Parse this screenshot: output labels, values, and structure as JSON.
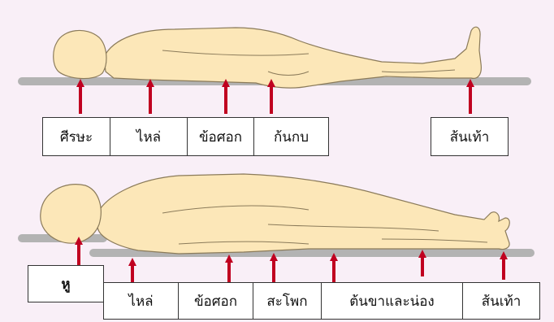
{
  "colors": {
    "background": "#f9eff7",
    "body_fill": "#fce7b8",
    "body_stroke": "#8b7b5a",
    "surface": "#b3b3b3",
    "arrow": "#c00020",
    "label_border": "#333333"
  },
  "top_figure": {
    "labels": [
      "ศีรษะ",
      "ไหล่",
      "ข้อศอก",
      "ก้นกบ",
      "ส้นเท้า"
    ]
  },
  "bottom_figure": {
    "labels": [
      "หู",
      "ไหล่",
      "ข้อศอก",
      "สะโพก",
      "ต้นขาและน่อง",
      "ส้นเท้า"
    ]
  }
}
